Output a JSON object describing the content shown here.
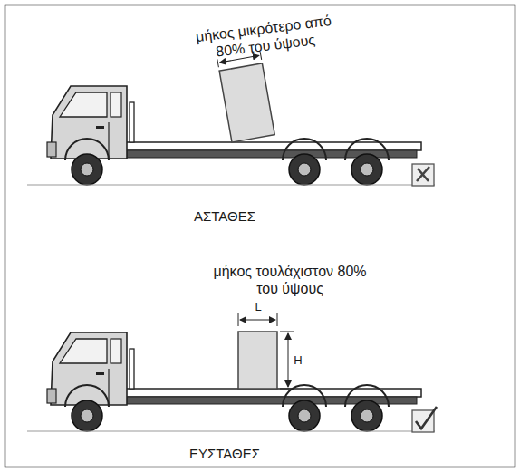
{
  "diagram": {
    "labels": [
      "μήκος μικρότερο από 80% του ύψους",
      "ΑΣΤΑΘΕΣ",
      "μήκος τουλάχιστον 80% του ύψους",
      "L",
      "H",
      "ΕΥΣΤΑΘΕΣ"
    ]
  }
}
